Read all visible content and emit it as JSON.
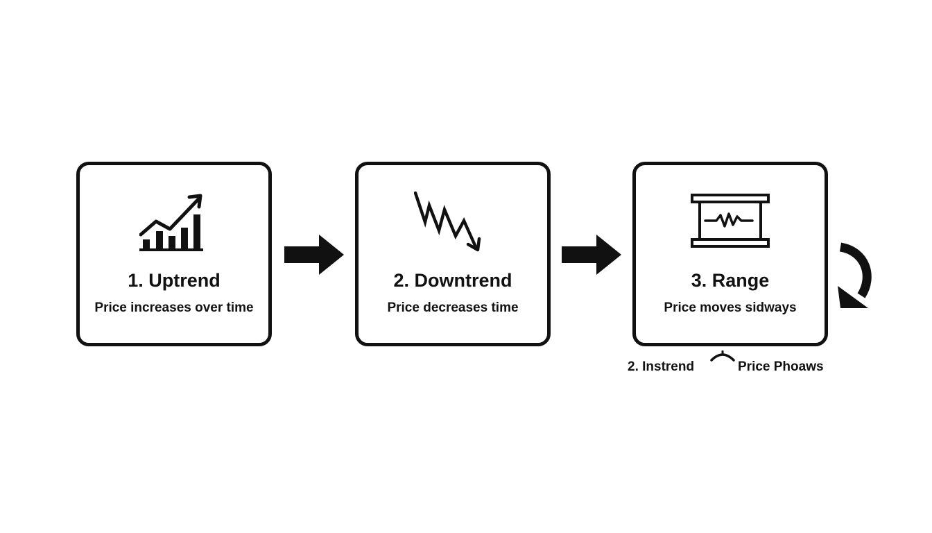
{
  "stages": [
    {
      "title": "1. Uptrend",
      "description": "Price increases over time",
      "icon": "uptrend-chart-icon"
    },
    {
      "title": "2. Downtrend",
      "description": "Price decreases time",
      "icon": "downtrend-arrow-icon"
    },
    {
      "title": "3. Range",
      "description": "Price moves sidways",
      "icon": "range-channel-icon"
    }
  ],
  "annotations": {
    "left": "2. Instrend",
    "right": "Price Phoaws"
  },
  "colors": {
    "stroke": "#111111",
    "background": "#ffffff"
  }
}
